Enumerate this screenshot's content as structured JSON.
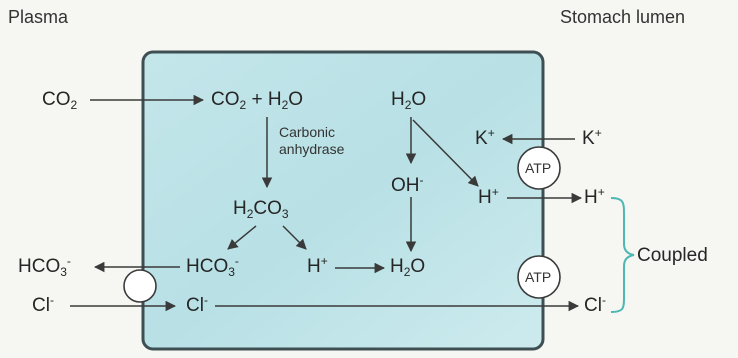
{
  "headers": {
    "left": "Plasma",
    "right": "Stomach lumen"
  },
  "enzyme": {
    "line1": "Carbonic",
    "line2": "anhydrase"
  },
  "pump_label": "ATP",
  "coupled_label": "Coupled",
  "colors": {
    "cell_fill": "#bde3e7",
    "cell_border": "#3d4f52",
    "bracket": "#4db7b3",
    "arrow": "#3a3a3a"
  }
}
